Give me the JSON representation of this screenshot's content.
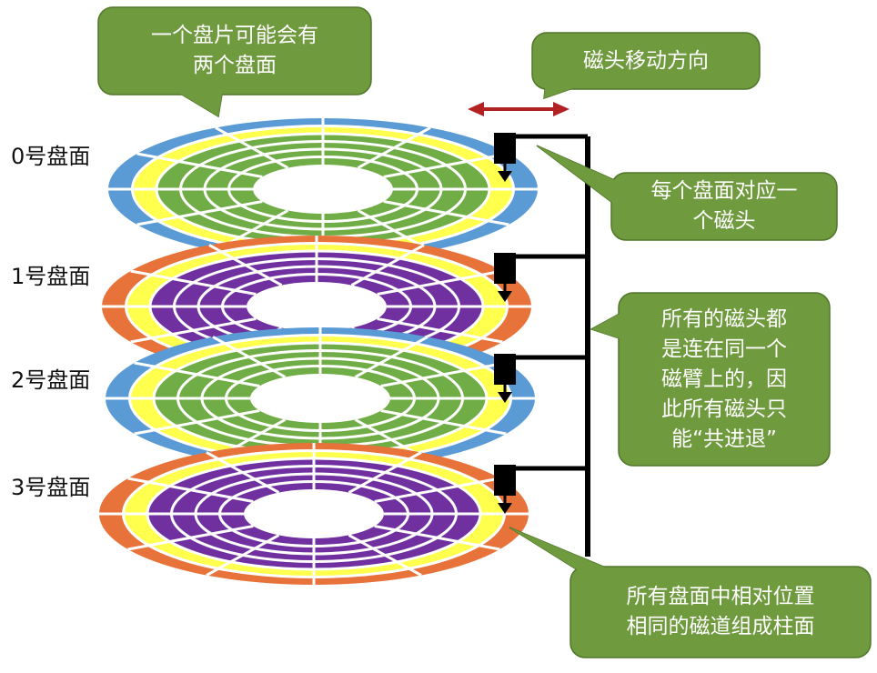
{
  "plates": [
    {
      "label": "0号盘面",
      "scheme": "blue-green"
    },
    {
      "label": "1号盘面",
      "scheme": "orange-purple"
    },
    {
      "label": "2号盘面",
      "scheme": "blue-green"
    },
    {
      "label": "3号盘面",
      "scheme": "orange-purple"
    }
  ],
  "callouts": {
    "two_surfaces": [
      "一个盘片可能会有",
      "两个盘面"
    ],
    "head_direction": [
      "磁头移动方向"
    ],
    "one_head_each": [
      "每个盘面对应一",
      "个磁头"
    ],
    "same_arm": [
      "所有的磁头都",
      "是连在同一个",
      "磁臂上的，因",
      "此所有磁头只",
      "能“共进退”"
    ],
    "cylinder": [
      "所有盘面中相对位置",
      "相同的磁道组成柱面"
    ]
  },
  "colors": {
    "callout_fill": "#6f9a3e",
    "callout_border": "#51752a",
    "arrow": "#b22222",
    "blue": "#5b9bd5",
    "yellow": "#ffff4d",
    "green": "#70ad47",
    "orange": "#e8733a",
    "purple": "#7030a0"
  }
}
